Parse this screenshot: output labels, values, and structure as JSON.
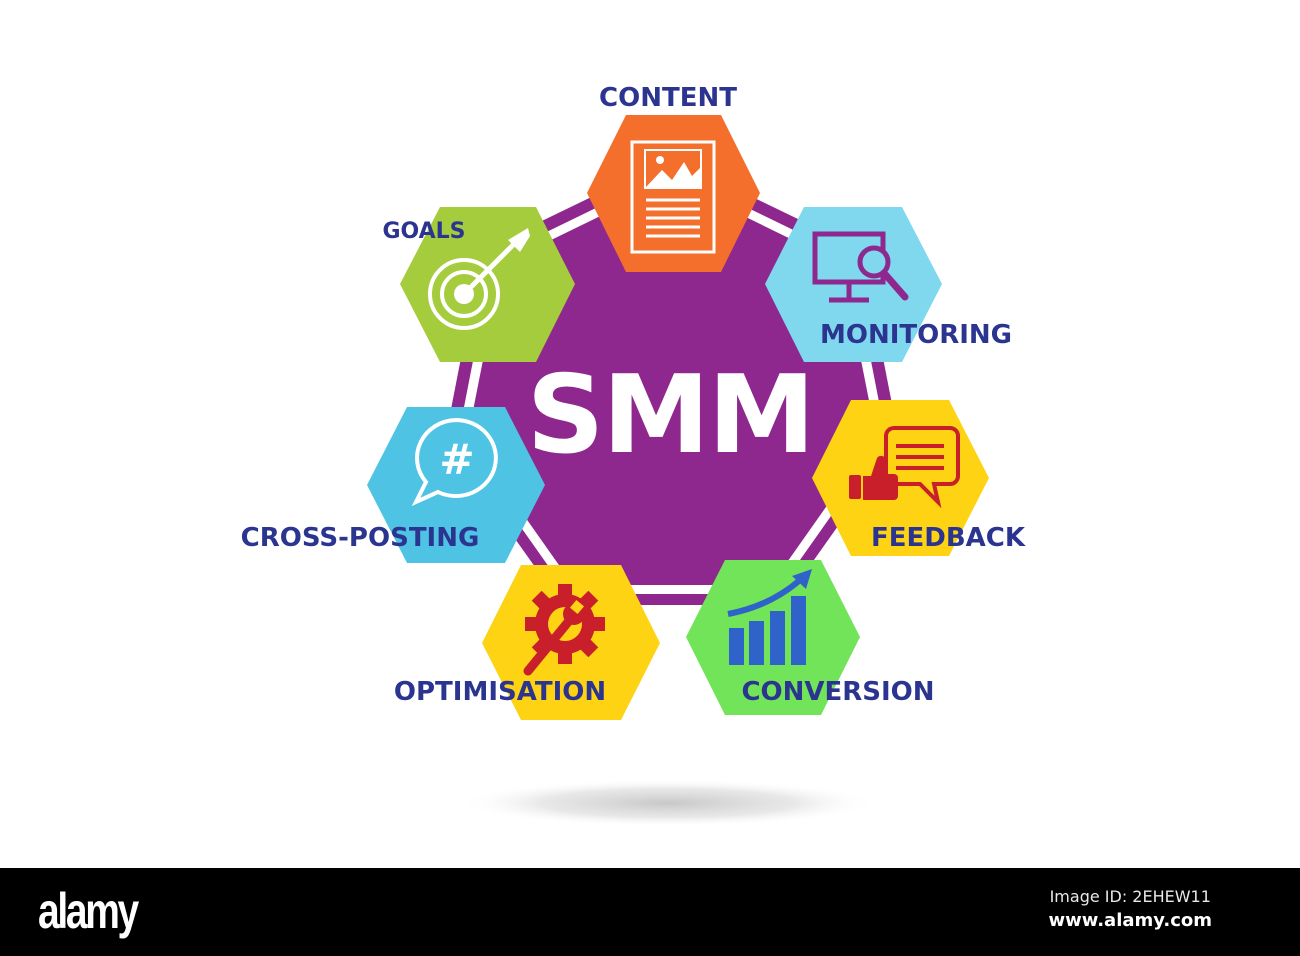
{
  "diagram": {
    "center": {
      "title": "SMM",
      "fill": "#8e288f"
    },
    "text_color": "#2b3590",
    "nodes": [
      {
        "id": "content",
        "label": "CONTENT",
        "fill": "#f36f2b",
        "icon": "document-image-icon"
      },
      {
        "id": "monitoring",
        "label": "MONITORING",
        "fill": "#7fd8ee",
        "icon": "monitor-magnifier-icon"
      },
      {
        "id": "feedback",
        "label": "FEEDBACK",
        "fill": "#fdd314",
        "icon": "thumbs-up-chat-icon"
      },
      {
        "id": "conversion",
        "label": "CONVERSION",
        "fill": "#72e45a",
        "icon": "growth-chart-icon"
      },
      {
        "id": "optimisation",
        "label": "OPTIMISATION",
        "fill": "#fdd314",
        "icon": "gear-wrench-icon"
      },
      {
        "id": "cross-posting",
        "label": "CROSS-POSTING",
        "fill": "#4fc3e4",
        "icon": "hashtag-bubble-icon"
      },
      {
        "id": "goals",
        "label": "GOALS",
        "fill": "#a4cc3c",
        "icon": "target-arrow-icon"
      }
    ]
  },
  "footer": {
    "brand": "alamy",
    "image_id": "Image ID: 2EHEW11",
    "site": "www.alamy.com"
  }
}
